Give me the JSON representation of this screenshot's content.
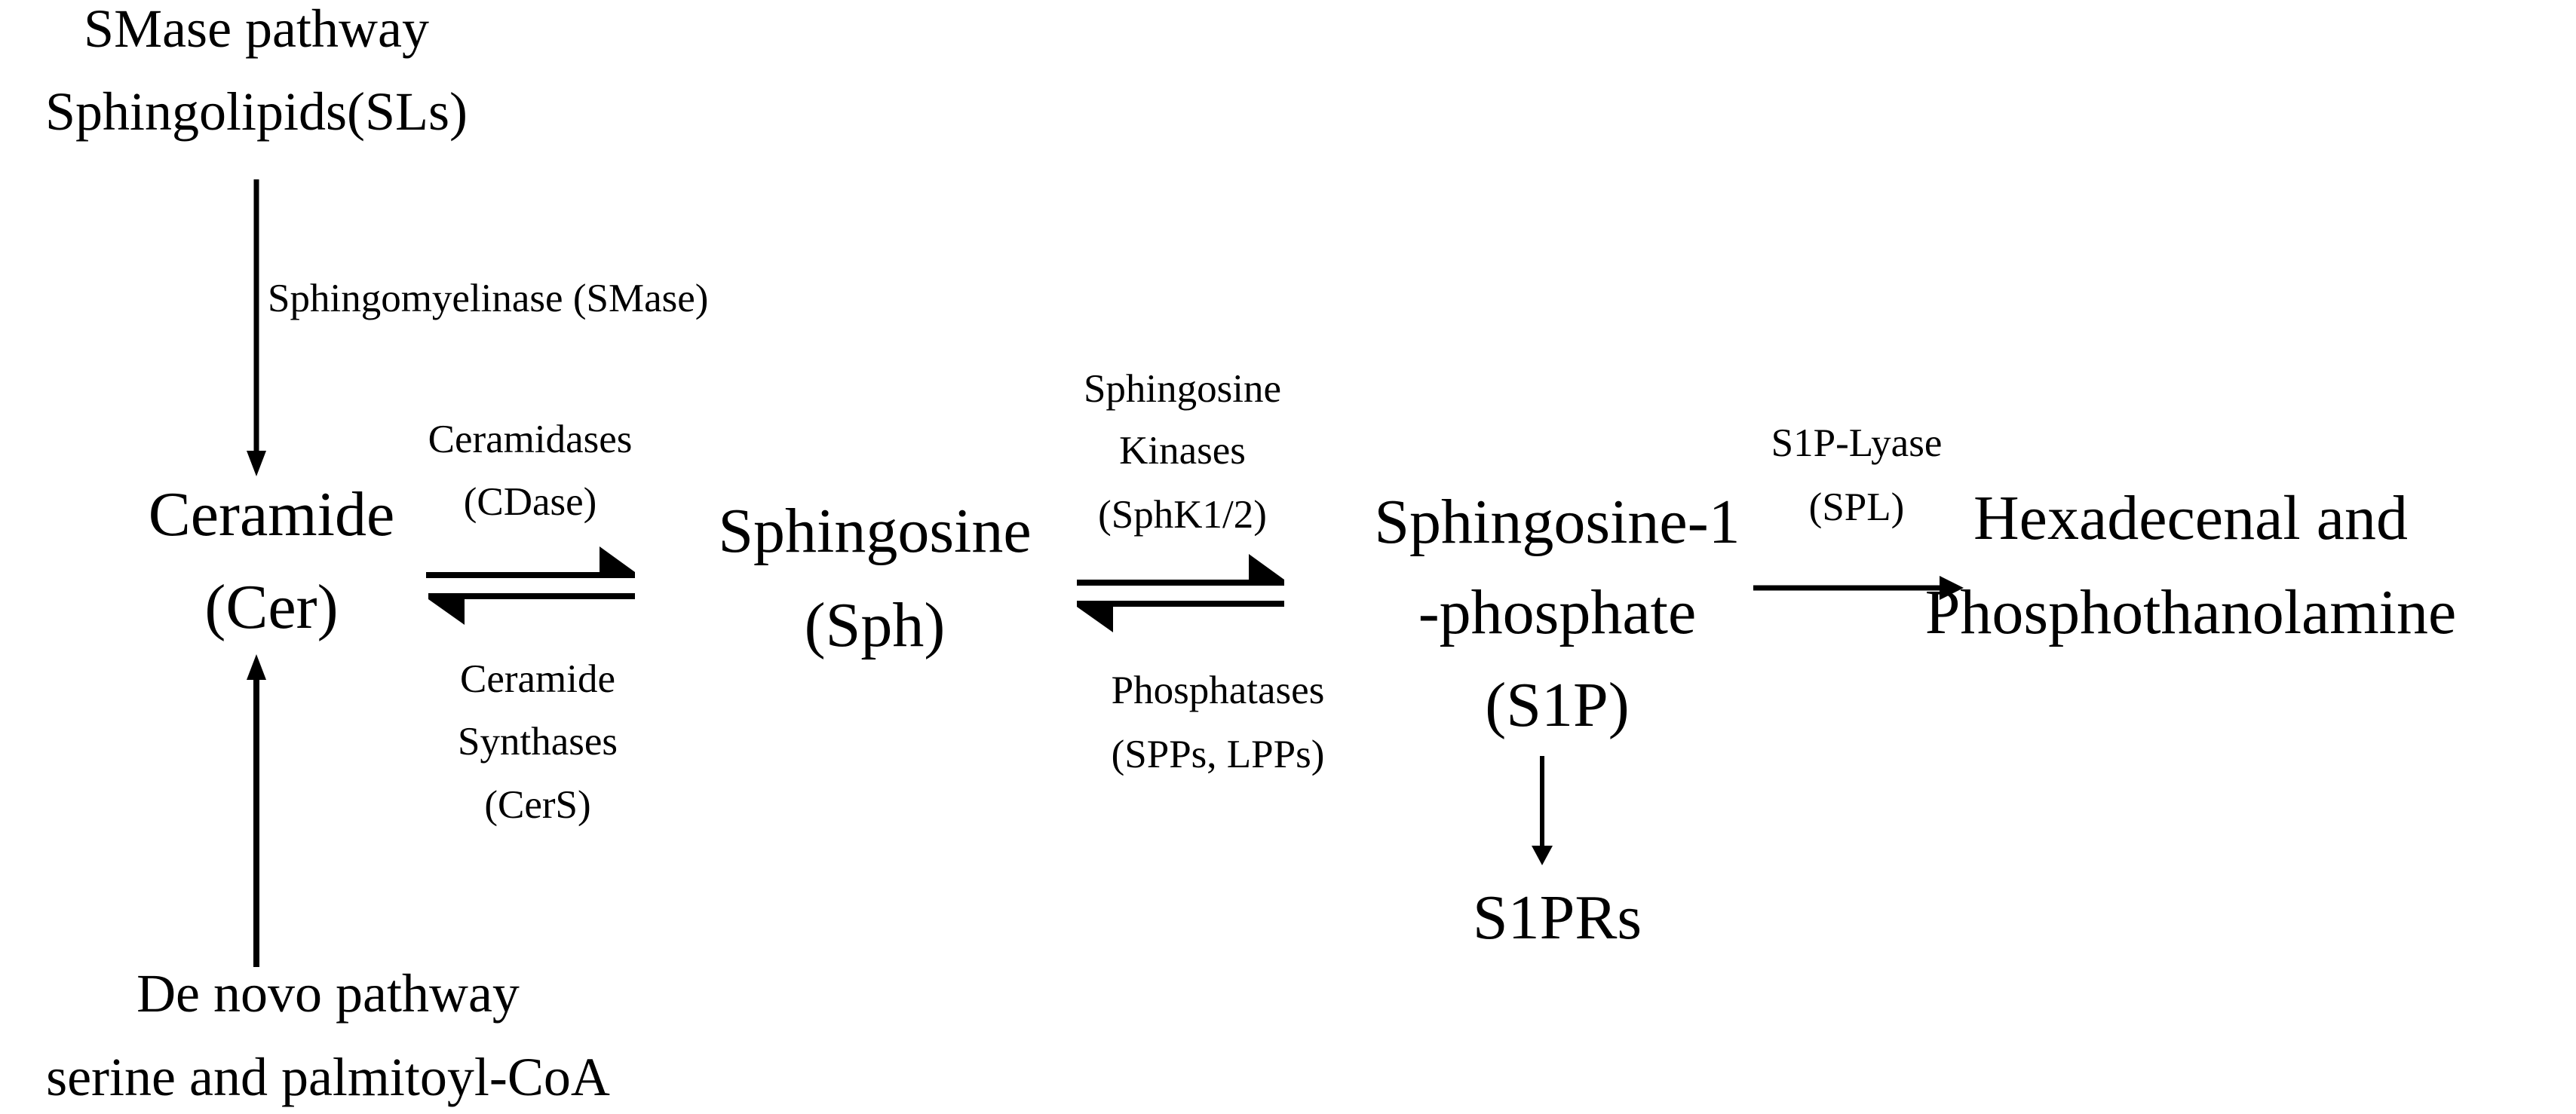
{
  "nodes": {
    "smase_pathway": [
      "SMase pathway",
      "Sphingolipids(SLs)"
    ],
    "ceramide": [
      "Ceramide",
      "(Cer)"
    ],
    "de_novo": [
      "De novo pathway",
      "serine and palmitoyl-CoA"
    ],
    "sphingosine": [
      "Sphingosine",
      "(Sph)"
    ],
    "s1p": [
      "Sphingosine-1",
      "-phosphate",
      "(S1P)"
    ],
    "s1prs": "S1PRs",
    "products": [
      "Hexadecenal and",
      "Phosphothanolamine"
    ]
  },
  "enzymes": {
    "smase": "Sphingomyelinase (SMase)",
    "ceramidases": [
      "Ceramidases",
      "(CDase)"
    ],
    "ceramide_synthases": [
      "Ceramide",
      "Synthases",
      "(CerS)"
    ],
    "sphingosine_kinases": [
      "Sphingosine",
      "Kinases",
      "(SphK1/2)"
    ],
    "phosphatases": [
      "Phosphatases",
      "(SPPs, LPPs)"
    ],
    "s1p_lyase": [
      "S1P-Lyase",
      "(SPL)"
    ]
  },
  "colors": {
    "ink": "#000000",
    "background": "#ffffff"
  }
}
